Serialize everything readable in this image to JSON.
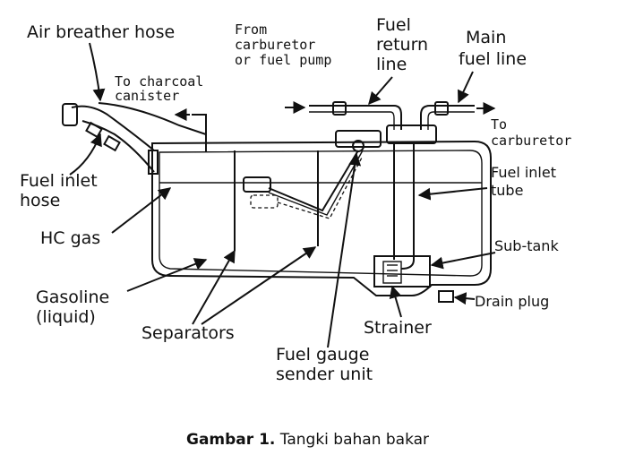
{
  "diagram": {
    "labels": {
      "air_breather_hose": "Air breather hose",
      "to_charcoal_canister_1": "To charcoal",
      "to_charcoal_canister_2": "canister",
      "from_carb_1": "From",
      "from_carb_2": "carburetor",
      "from_carb_3": "or fuel pump",
      "fuel_return_1": "Fuel",
      "fuel_return_2": "return",
      "fuel_return_3": "line",
      "main_fuel_1": "Main",
      "main_fuel_2": "fuel line",
      "to_carb_1": "To",
      "to_carb_2": "carburetor",
      "fuel_inlet_hose_1": "Fuel inlet",
      "fuel_inlet_hose_2": "hose",
      "fuel_inlet_tube_1": "Fuel inlet",
      "fuel_inlet_tube_2": "tube",
      "hc_gas": "HC gas",
      "sub_tank": "Sub-tank",
      "gasoline_1": "Gasoline",
      "gasoline_2": "(liquid)",
      "drain_plug": "Drain plug",
      "separators": "Separators",
      "strainer": "Strainer",
      "fuel_gauge_1": "Fuel gauge",
      "fuel_gauge_2": "sender unit"
    }
  },
  "caption": {
    "bold": "Gambar 1.",
    "text": " Tangki bahan bakar"
  }
}
